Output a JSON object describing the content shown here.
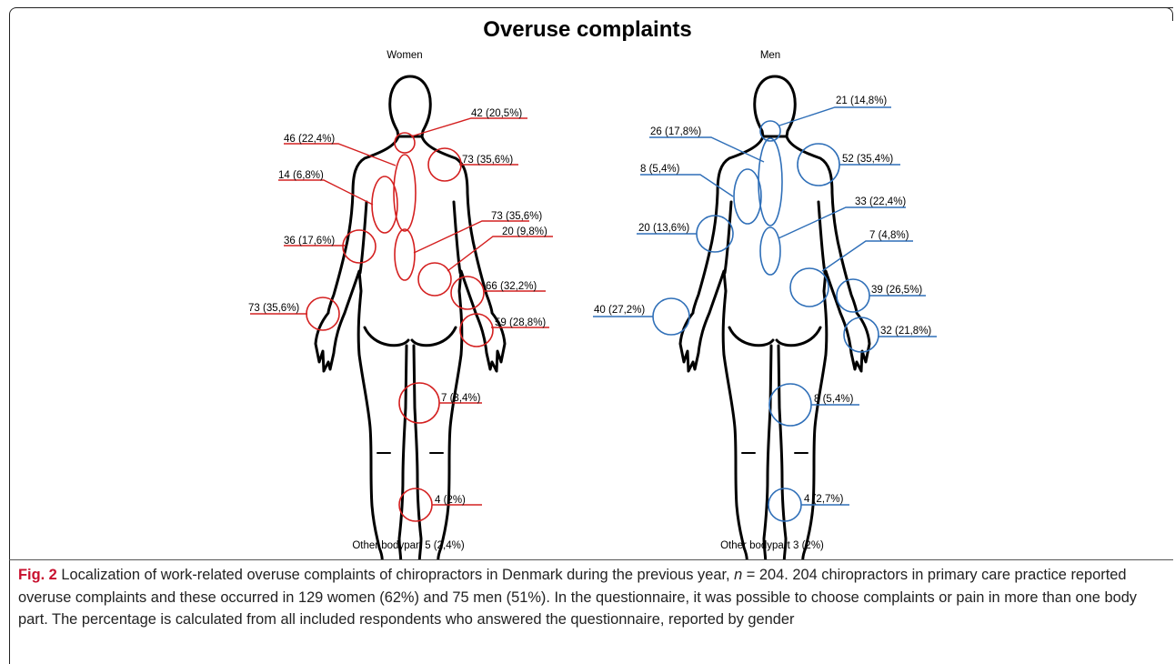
{
  "title": "Overuse complaints",
  "colors": {
    "women": "#d42020",
    "men": "#2f6fb8",
    "body": "#000000"
  },
  "women": {
    "label": "Women",
    "other": "Other bodypart 5 (2,4%)",
    "labels": [
      "42 (20,5%)",
      "46 (22,4%)",
      "73 (35,6%)",
      "14 (6,8%)",
      "73 (35,6%)",
      "36 (17,6%)",
      "20 (9,8%)",
      "66 (32,2%)",
      "73 (35,6%)",
      "59 (28,8%)",
      "7 (3,4%)",
      "4 (2%)"
    ]
  },
  "men": {
    "label": "Men",
    "other": "Other bodypart 3 (2%)",
    "labels": [
      "21 (14,8%)",
      "26 (17,8%)",
      "52 (35,4%)",
      "8 (5,4%)",
      "33 (22,4%)",
      "20 (13,6%)",
      "7 (4,8%)",
      "39 (26,5%)",
      "40 (27,2%)",
      "32 (21,8%)",
      "8 (5,4%)",
      "4 (2,7%)"
    ]
  },
  "caption": {
    "label": "Fig. 2",
    "text_before_n": " Localization of work-related overuse complaints of chiropractors in Denmark during the previous year, ",
    "n_symbol": "n",
    "text_after_n": " = 204. 204 chiropractors in primary care practice reported overuse complaints and these occurred in 129 women (62%) and 75 men (51%). In the questionnaire, it was possible to choose complaints or pain in more than one body part. The percentage is calculated from all included respondents who answered the questionnaire, reported by gender"
  }
}
